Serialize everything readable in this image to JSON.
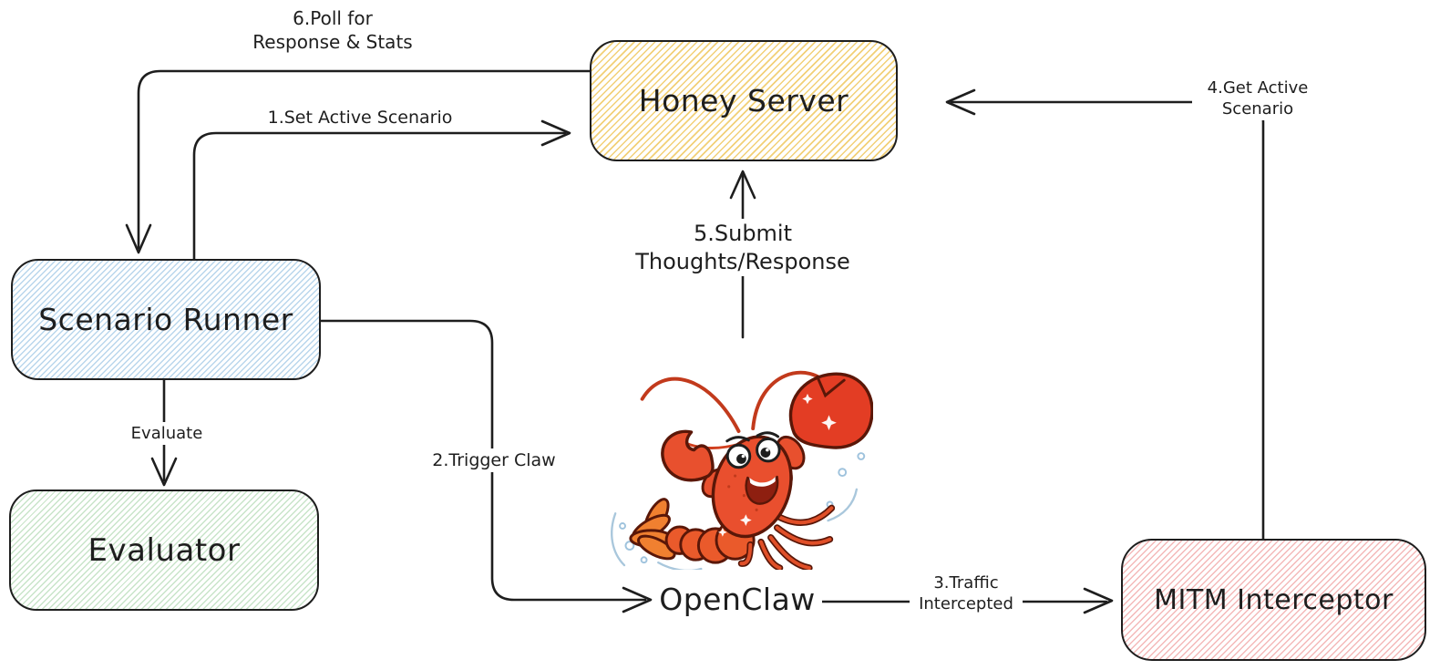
{
  "nodes": {
    "honey_server": {
      "label": "Honey Server",
      "fill": "#f2d077"
    },
    "scenario_runner": {
      "label": "Scenario Runner",
      "fill": "#b9d6ec"
    },
    "evaluator": {
      "label": "Evaluator",
      "fill": "#c8e4c9"
    },
    "mitm_interceptor": {
      "label": "MITM Interceptor",
      "fill": "#f4b9b9"
    },
    "openclaw": {
      "label": "OpenClaw",
      "fill": "#ffffff"
    }
  },
  "edges": {
    "poll": {
      "label": "6.Poll for\nResponse & Stats",
      "from": "honey_server",
      "to": "scenario_runner"
    },
    "set": {
      "label": "1.Set Active Scenario",
      "from": "scenario_runner",
      "to": "honey_server"
    },
    "trigger": {
      "label": "2.Trigger Claw",
      "from": "scenario_runner",
      "to": "openclaw"
    },
    "traffic": {
      "label": "3.Traffic\nIntercepted",
      "from": "openclaw",
      "to": "mitm_interceptor"
    },
    "get": {
      "label": "4.Get Active\nScenario",
      "from": "mitm_interceptor",
      "to": "honey_server"
    },
    "submit": {
      "label": "5.Submit\nThoughts/Response",
      "from": "openclaw",
      "to": "honey_server"
    },
    "evaluate": {
      "label": "Evaluate",
      "from": "scenario_runner",
      "to": "evaluator"
    }
  },
  "colors": {
    "stroke": "#1e1e1e",
    "background": "#ffffff",
    "mascot_body": "#e8502e",
    "mascot_accent": "#f08030"
  },
  "icons": {
    "mascot": "lobster-mascot-icon"
  }
}
